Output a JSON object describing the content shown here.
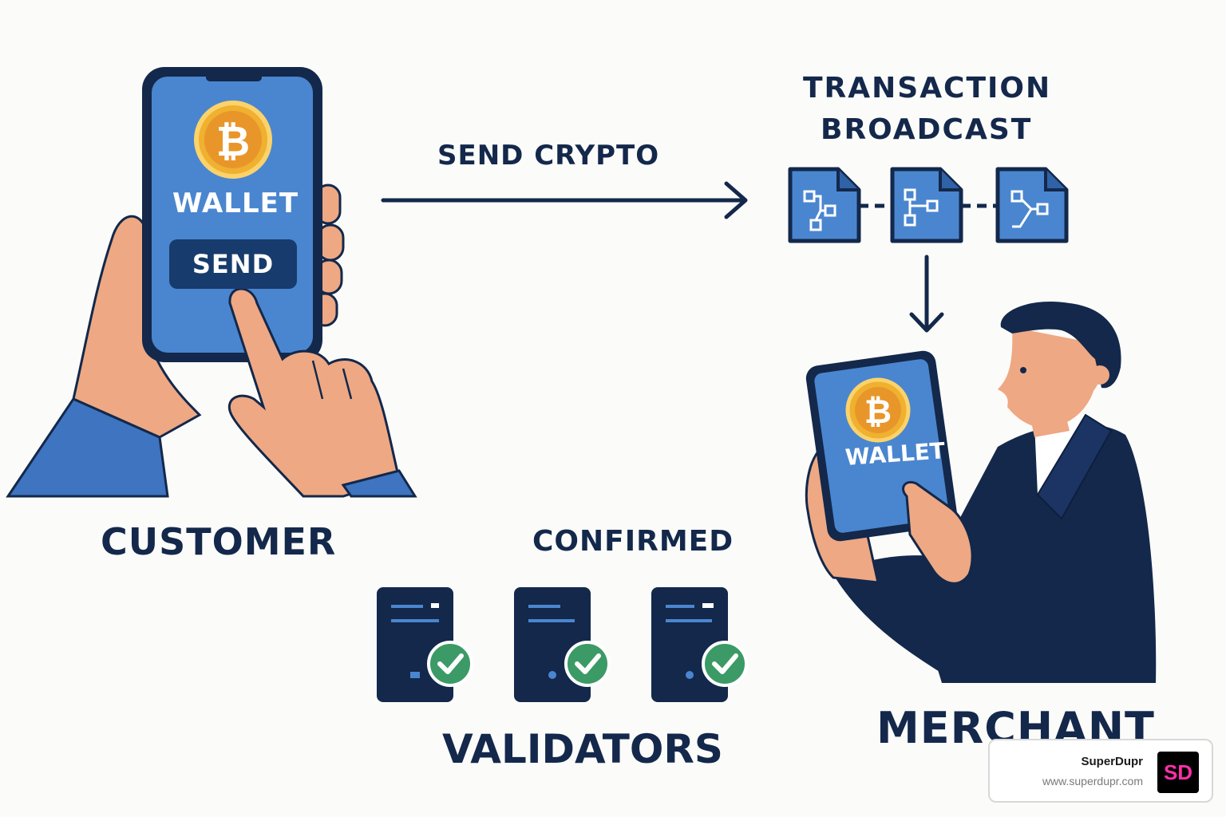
{
  "labels": {
    "customer": "CUSTOMER",
    "send_crypto": "SEND CRYPTO",
    "transaction_line1": "TRANSACTION",
    "transaction_line2": "BROADCAST",
    "confirmed": "CONFIRMED",
    "validators": "VALIDATORS",
    "merchant": "MERCHANT"
  },
  "customer_phone": {
    "wallet_label": "WALLET",
    "send_button": "SEND",
    "coin_symbol": "₿"
  },
  "merchant_tablet": {
    "wallet_label": "WALLET",
    "coin_symbol": "₿"
  },
  "watermark": {
    "name": "SuperDupr",
    "url": "www.superdupr.com",
    "logo_text": "SD"
  },
  "colors": {
    "navy": "#13284b",
    "screen_blue": "#4a86cf",
    "skin": "#eea883",
    "sleeve": "#3e74c0",
    "coin_gold": "#f0b030",
    "check_green": "#3c9a66",
    "background": "#fbfbf9"
  }
}
